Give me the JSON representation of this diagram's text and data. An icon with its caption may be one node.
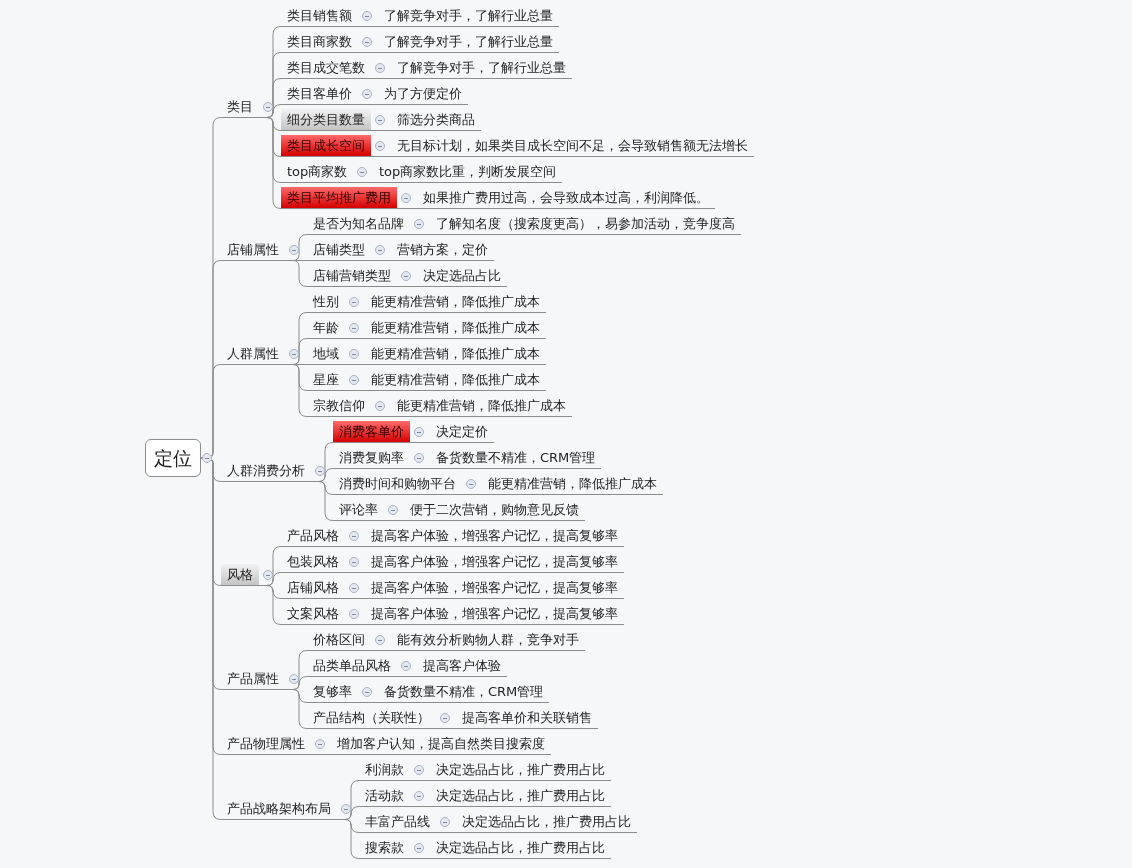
{
  "diagram": {
    "nodes": [
      {
        "text": [
          "定位"
        ]
      },
      {
        "text": [
          "类目"
        ]
      },
      {
        "text": [
          "类目销售额"
        ]
      },
      {
        "text": [
          "了解竞争对手，了解行业总量"
        ]
      },
      {
        "text": [
          "类目商家数"
        ]
      },
      {
        "text": [
          "了解竞争对手，了解行业总量"
        ]
      },
      {
        "text": [
          "类目成交笔数"
        ]
      },
      {
        "text": [
          "了解竞争对手，了解行业总量"
        ]
      },
      {
        "text": [
          "类目客单价"
        ]
      },
      {
        "text": [
          "为了方便定价"
        ]
      },
      {
        "text": [
          "细分类目数量"
        ]
      },
      {
        "text": [
          "筛选分类商品"
        ]
      },
      {
        "text": [
          "类目成长空间"
        ]
      },
      {
        "text": [
          "无目标计划，如果类目成长空间不足，会导致销售额无法增长"
        ]
      },
      {
        "text": [
          "top商家数"
        ]
      },
      {
        "text": [
          "top商家数比重，判断发展空间"
        ]
      },
      {
        "text": [
          "类目平均推广费用"
        ]
      },
      {
        "text": [
          "如果推广费用过高，会导致成本过高，利润降低。"
        ]
      },
      {
        "text": [
          "店铺属性"
        ]
      },
      {
        "text": [
          "是否为知名品牌"
        ]
      },
      {
        "text": [
          "了解知名度（搜索度更高），易参加活动，竞争度高"
        ]
      },
      {
        "text": [
          "店铺类型"
        ]
      },
      {
        "text": [
          "营销方案，定价"
        ]
      },
      {
        "text": [
          "店铺营销类型"
        ]
      },
      {
        "text": [
          "决定选品占比"
        ]
      },
      {
        "text": [
          "人群属性"
        ]
      },
      {
        "text": [
          "性别"
        ]
      },
      {
        "text": [
          "能更精准营销，降低推广成本"
        ]
      },
      {
        "text": [
          "年龄"
        ]
      },
      {
        "text": [
          "能更精准营销，降低推广成本"
        ]
      },
      {
        "text": [
          "地域"
        ]
      },
      {
        "text": [
          "能更精准营销，降低推广成本"
        ]
      },
      {
        "text": [
          "星座"
        ]
      },
      {
        "text": [
          "能更精准营销，降低推广成本"
        ]
      },
      {
        "text": [
          "宗教信仰"
        ]
      },
      {
        "text": [
          "能更精准营销，降低推广成本"
        ]
      },
      {
        "text": [
          "人群消费分析"
        ]
      },
      {
        "text": [
          "消费客单价"
        ]
      },
      {
        "text": [
          "决定定价"
        ]
      },
      {
        "text": [
          "消费复购率"
        ]
      },
      {
        "text": [
          "备货数量不精准，CRM管理"
        ]
      },
      {
        "text": [
          "消费时间和购物平台"
        ]
      },
      {
        "text": [
          "能更精准营销，降低推广成本"
        ]
      },
      {
        "text": [
          "评论率"
        ]
      },
      {
        "text": [
          "便于二次营销，购物意见反馈"
        ]
      },
      {
        "text": [
          "风格"
        ]
      },
      {
        "text": [
          "产品风格"
        ]
      },
      {
        "text": [
          "提高客户体验，增强客户记忆，提高复够率"
        ]
      },
      {
        "text": [
          "包装风格"
        ]
      },
      {
        "text": [
          "提高客户体验，增强客户记忆，提高复够率"
        ]
      },
      {
        "text": [
          "店铺风格"
        ]
      },
      {
        "text": [
          "提高客户体验，增强客户记忆，提高复够率"
        ]
      },
      {
        "text": [
          "文案风格"
        ]
      },
      {
        "text": [
          "提高客户体验，增强客户记忆，提高复够率"
        ]
      },
      {
        "text": [
          "产品属性"
        ]
      },
      {
        "text": [
          "价格区间"
        ]
      },
      {
        "text": [
          "能有效分析购物人群，竞争对手"
        ]
      },
      {
        "text": [
          "品类单品风格"
        ]
      },
      {
        "text": [
          "提高客户体验"
        ]
      },
      {
        "text": [
          "复够率"
        ]
      },
      {
        "text": [
          "备货数量不精准，CRM管理"
        ]
      },
      {
        "text": [
          "产品结构（关联性）"
        ]
      },
      {
        "text": [
          "提高客单价和关联销售"
        ]
      },
      {
        "text": [
          "产品物理属性"
        ]
      },
      {
        "text": [
          "增加客户认知，提高自然类目搜索度"
        ]
      },
      {
        "text": [
          "产品战略架构布局"
        ]
      },
      {
        "text": [
          "利润款"
        ]
      },
      {
        "text": [
          "决定选品占比，推广费用占比"
        ]
      },
      {
        "text": [
          "活动款"
        ]
      },
      {
        "text": [
          "决定选品占比，推广费用占比"
        ]
      },
      {
        "text": [
          "丰富产品线"
        ]
      },
      {
        "text": [
          "决定选品占比，推广费用占比"
        ]
      },
      {
        "text": [
          "搜索款"
        ]
      },
      {
        "text": [
          "决定选品占比，推广费用占比"
        ]
      }
    ],
    "edges": [
      {
        "from": 0,
        "to": 1,
        "arrow": "none"
      },
      {
        "from": 0,
        "to": 18,
        "arrow": "none"
      },
      {
        "from": 0,
        "to": 25,
        "arrow": "none"
      },
      {
        "from": 0,
        "to": 36,
        "arrow": "none"
      },
      {
        "from": 0,
        "to": 45,
        "arrow": "none"
      },
      {
        "from": 0,
        "to": 54,
        "arrow": "none"
      },
      {
        "from": 0,
        "to": 63,
        "arrow": "none"
      },
      {
        "from": 0,
        "to": 65,
        "arrow": "none"
      },
      {
        "from": 1,
        "to": 2,
        "arrow": "none"
      },
      {
        "from": 2,
        "to": 3,
        "arrow": "none"
      },
      {
        "from": 1,
        "to": 4,
        "arrow": "none"
      },
      {
        "from": 4,
        "to": 5,
        "arrow": "none"
      },
      {
        "from": 1,
        "to": 6,
        "arrow": "none"
      },
      {
        "from": 6,
        "to": 7,
        "arrow": "none"
      },
      {
        "from": 1,
        "to": 8,
        "arrow": "none"
      },
      {
        "from": 8,
        "to": 9,
        "arrow": "none"
      },
      {
        "from": 1,
        "to": 10,
        "arrow": "none"
      },
      {
        "from": 10,
        "to": 11,
        "arrow": "none"
      },
      {
        "from": 1,
        "to": 12,
        "arrow": "none"
      },
      {
        "from": 12,
        "to": 13,
        "arrow": "none"
      },
      {
        "from": 1,
        "to": 14,
        "arrow": "none"
      },
      {
        "from": 14,
        "to": 15,
        "arrow": "none"
      },
      {
        "from": 1,
        "to": 16,
        "arrow": "none"
      },
      {
        "from": 16,
        "to": 17,
        "arrow": "none"
      },
      {
        "from": 18,
        "to": 19,
        "arrow": "none"
      },
      {
        "from": 19,
        "to": 20,
        "arrow": "none"
      },
      {
        "from": 18,
        "to": 21,
        "arrow": "none"
      },
      {
        "from": 21,
        "to": 22,
        "arrow": "none"
      },
      {
        "from": 18,
        "to": 23,
        "arrow": "none"
      },
      {
        "from": 23,
        "to": 24,
        "arrow": "none"
      },
      {
        "from": 25,
        "to": 26,
        "arrow": "none"
      },
      {
        "from": 26,
        "to": 27,
        "arrow": "none"
      },
      {
        "from": 25,
        "to": 28,
        "arrow": "none"
      },
      {
        "from": 28,
        "to": 29,
        "arrow": "none"
      },
      {
        "from": 25,
        "to": 30,
        "arrow": "none"
      },
      {
        "from": 30,
        "to": 31,
        "arrow": "none"
      },
      {
        "from": 25,
        "to": 32,
        "arrow": "none"
      },
      {
        "from": 32,
        "to": 33,
        "arrow": "none"
      },
      {
        "from": 25,
        "to": 34,
        "arrow": "none"
      },
      {
        "from": 34,
        "to": 35,
        "arrow": "none"
      },
      {
        "from": 36,
        "to": 37,
        "arrow": "none"
      },
      {
        "from": 37,
        "to": 38,
        "arrow": "none"
      },
      {
        "from": 36,
        "to": 39,
        "arrow": "none"
      },
      {
        "from": 39,
        "to": 40,
        "arrow": "none"
      },
      {
        "from": 36,
        "to": 41,
        "arrow": "none"
      },
      {
        "from": 41,
        "to": 42,
        "arrow": "none"
      },
      {
        "from": 36,
        "to": 43,
        "arrow": "none"
      },
      {
        "from": 43,
        "to": 44,
        "arrow": "none"
      },
      {
        "from": 45,
        "to": 46,
        "arrow": "none"
      },
      {
        "from": 46,
        "to": 47,
        "arrow": "none"
      },
      {
        "from": 45,
        "to": 48,
        "arrow": "none"
      },
      {
        "from": 48,
        "to": 49,
        "arrow": "none"
      },
      {
        "from": 45,
        "to": 50,
        "arrow": "none"
      },
      {
        "from": 50,
        "to": 51,
        "arrow": "none"
      },
      {
        "from": 45,
        "to": 52,
        "arrow": "none"
      },
      {
        "from": 52,
        "to": 53,
        "arrow": "none"
      },
      {
        "from": 54,
        "to": 55,
        "arrow": "none"
      },
      {
        "from": 55,
        "to": 56,
        "arrow": "none"
      },
      {
        "from": 54,
        "to": 57,
        "arrow": "none"
      },
      {
        "from": 57,
        "to": 58,
        "arrow": "none"
      },
      {
        "from": 54,
        "to": 59,
        "arrow": "none"
      },
      {
        "from": 59,
        "to": 60,
        "arrow": "none"
      },
      {
        "from": 54,
        "to": 61,
        "arrow": "none"
      },
      {
        "from": 61,
        "to": 62,
        "arrow": "none"
      },
      {
        "from": 63,
        "to": 64,
        "arrow": "none"
      },
      {
        "from": 65,
        "to": 66,
        "arrow": "none"
      },
      {
        "from": 66,
        "to": 67,
        "arrow": "none"
      },
      {
        "from": 65,
        "to": 68,
        "arrow": "none"
      },
      {
        "from": 68,
        "to": 69,
        "arrow": "none"
      },
      {
        "from": 65,
        "to": 70,
        "arrow": "none"
      },
      {
        "from": 70,
        "to": 71,
        "arrow": "none"
      },
      {
        "from": 65,
        "to": 72,
        "arrow": "none"
      },
      {
        "from": 72,
        "to": 73,
        "arrow": "none"
      }
    ]
  }
}
